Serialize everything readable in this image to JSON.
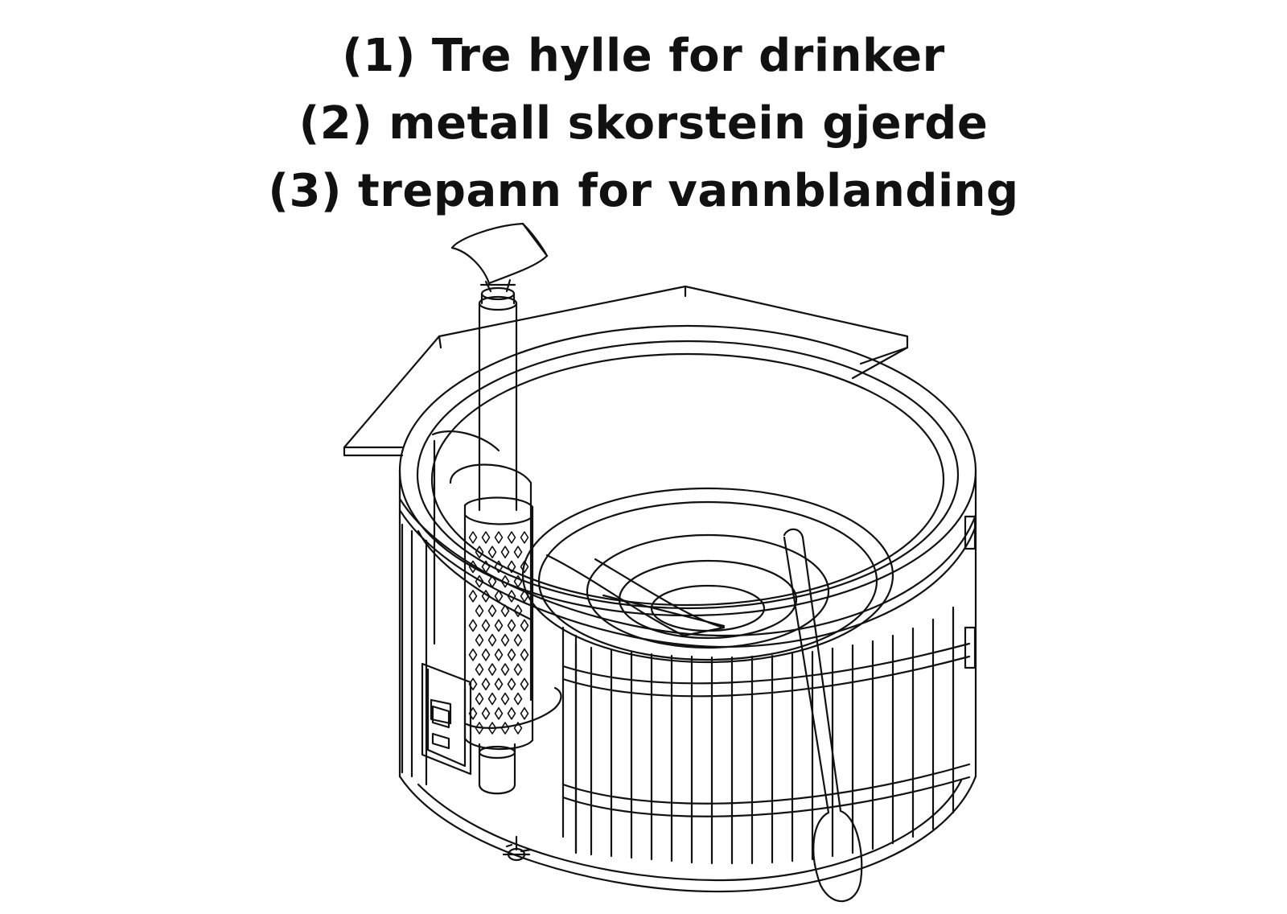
{
  "labels": [
    "(1) Tre hylle for drinker",
    "(2) metall skorstein gjerde",
    "(3) trepann for vannblanding"
  ],
  "colors": {
    "ink": "#111111",
    "background": "#ffffff"
  },
  "drawing": {
    "parts": [
      "hot-tub-tub",
      "stave-wall",
      "metal-hoop",
      "wooden-shelf",
      "chimney-pipe",
      "chimney-cap",
      "chimney-guard",
      "stove-door",
      "water-paddle",
      "drain-valve"
    ],
    "chimney_guard_perforations": 70,
    "stave_count": 17,
    "hoop_count": 2
  }
}
